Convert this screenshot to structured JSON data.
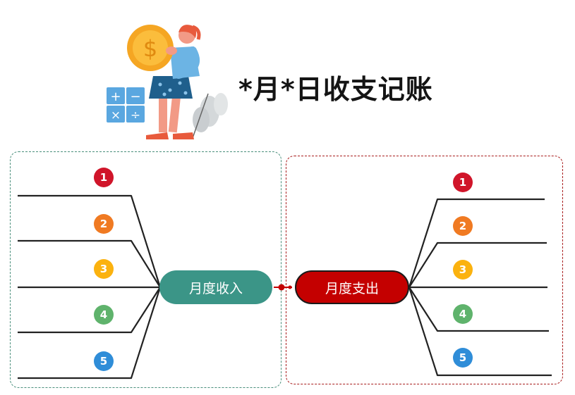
{
  "title": "*月*日收支记账",
  "income": {
    "label": "月度收入",
    "items": [
      "1",
      "2",
      "3",
      "4",
      "5"
    ]
  },
  "expense": {
    "label": "月度支出",
    "items": [
      "1",
      "2",
      "3",
      "4",
      "5"
    ]
  },
  "colors": {
    "income_accent": "#3b9587",
    "expense_accent": "#c40000",
    "badge_1": "#d0152a",
    "badge_2": "#f07a22",
    "badge_3": "#fbb20f",
    "badge_4": "#5fb36c",
    "badge_5": "#2f8dd8"
  },
  "illustration": {
    "icon": "woman-carrying-coin-with-calculator-illustration"
  }
}
